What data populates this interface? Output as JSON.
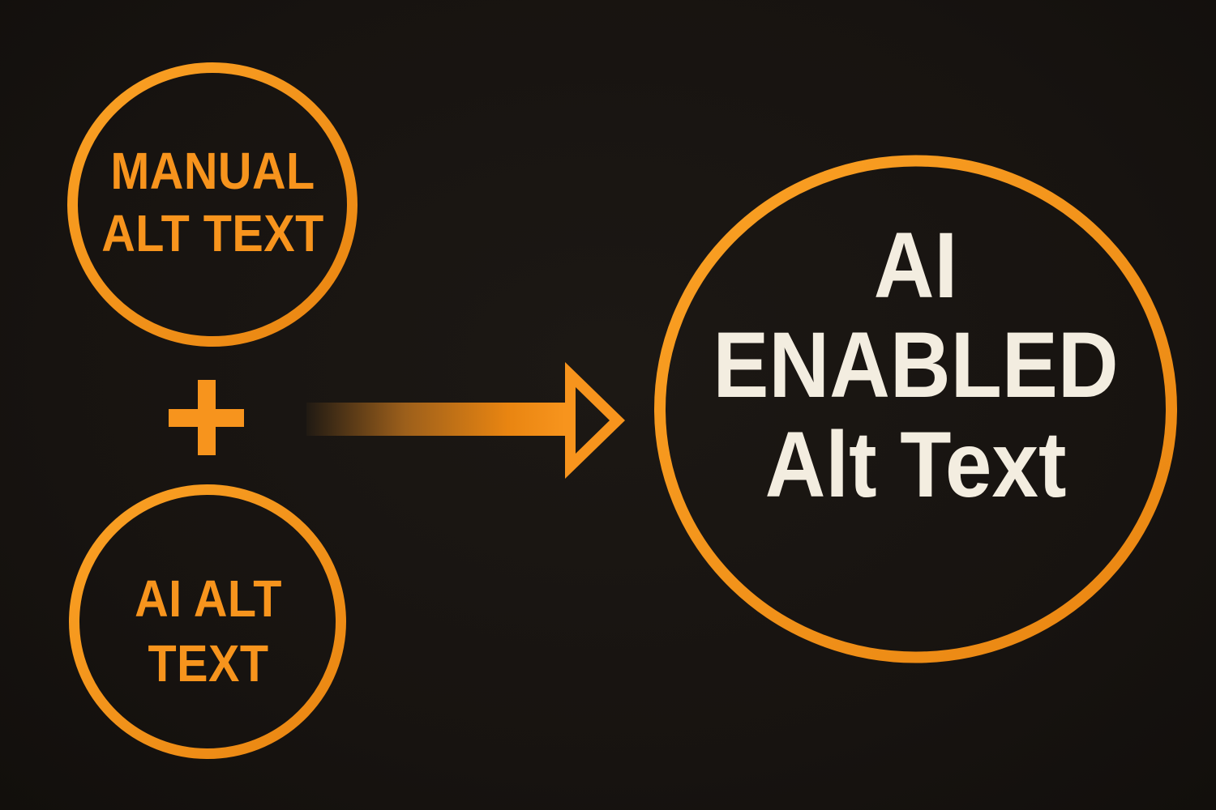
{
  "colors": {
    "background": "#171310",
    "bg_light": "#1C1814",
    "bg_dark": "#120F0C",
    "orange": "#F7941D",
    "orange_bright": "#FBA124",
    "orange_deep": "#E98511",
    "arrow_fade": "#201A13",
    "arrow_mid": "#9C5F1B",
    "cream": "#F3EDE0"
  },
  "diagram": {
    "manual_node": {
      "lines": [
        "MANUAL",
        "ALT TEXT"
      ]
    },
    "ai_node": {
      "lines": [
        "AI ALT",
        "TEXT"
      ]
    },
    "operator": "+",
    "result_node": {
      "lines": [
        "AI",
        "ENABLED",
        "Alt Text"
      ]
    }
  }
}
